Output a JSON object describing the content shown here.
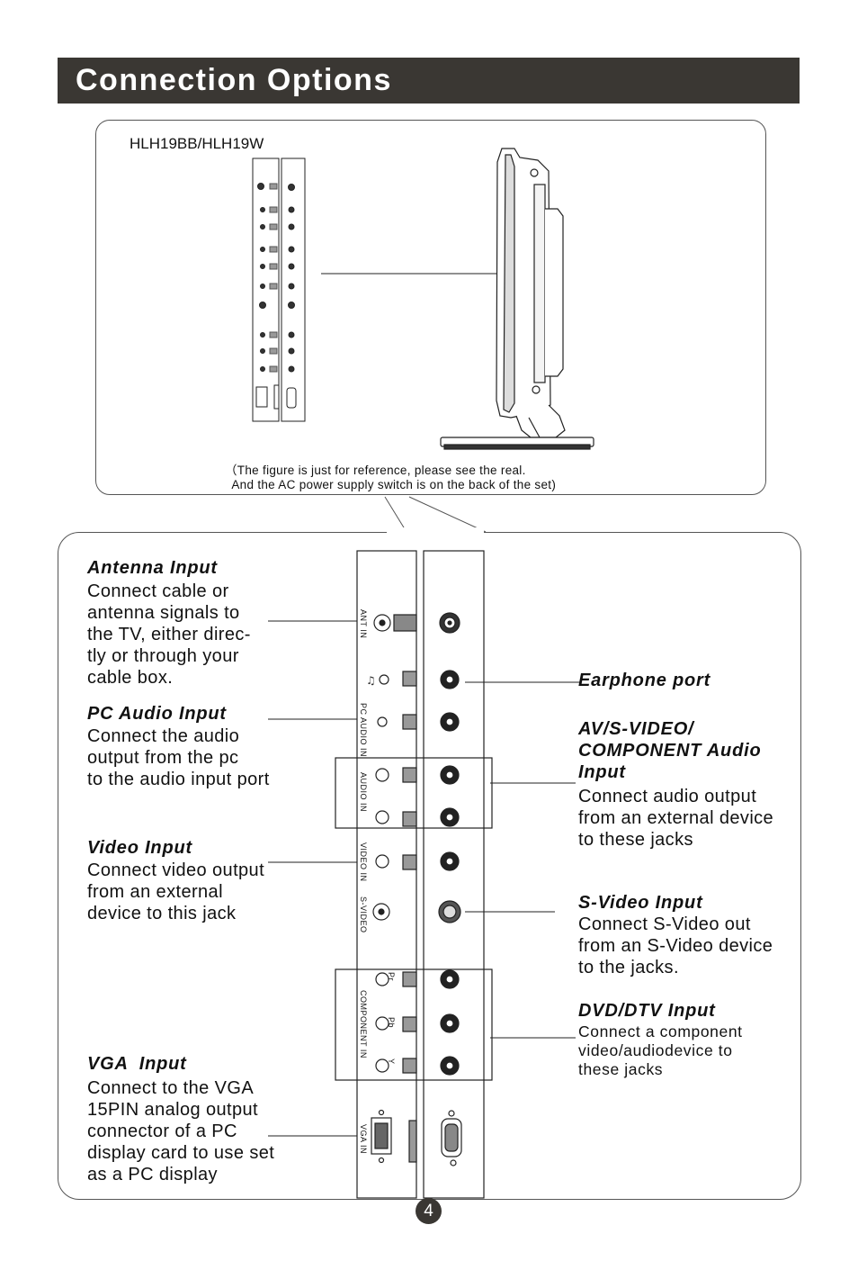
{
  "header": {
    "title": "Connection Options"
  },
  "figure": {
    "model": "HLH19BB/HLH19W",
    "note": "（The figure is just for reference, please see the real.\n  And the AC power supply switch is on the back of the set)"
  },
  "left_items": [
    {
      "label": "Antenna Input",
      "description": "Connect cable or\nantenna signals to\nthe TV, either direc-\ntly or through your\ncable box."
    },
    {
      "label": "PC Audio Input",
      "description": "Connect the audio\noutput from the pc\nto the audio input port"
    },
    {
      "label": "Video Input",
      "description": "Connect video output\nfrom an external\ndevice to this jack"
    },
    {
      "label": "VGA  Input",
      "description": "Connect to the VGA\n15PIN analog output\nconnector of a PC\ndisplay card to use set\nas a PC display"
    }
  ],
  "right_items": [
    {
      "label": "Earphone port",
      "description": ""
    },
    {
      "label": "AV/S-VIDEO/\nCOMPONENT Audio\nInput",
      "description": "Connect audio output\nfrom an external device\nto these jacks"
    },
    {
      "label": "S-Video Input",
      "description": "Connect S-Video out\nfrom an S-Video device\nto the jacks."
    },
    {
      "label": "DVD/DTV Input",
      "description": "Connect a component\nvideo/audiodevice to\nthese jacks"
    }
  ],
  "panel_labels": {
    "ant": "ANT IN",
    "pc_audio": "PC AUDIO IN",
    "audio": "AUDIO IN",
    "video": "VIDEO IN",
    "svideo": "S-VIDEO",
    "component": "COMPONENT IN",
    "vga": "VGA IN",
    "pr": "Pr",
    "pb": "Pb",
    "y": "Y"
  },
  "page": {
    "number": "4"
  }
}
